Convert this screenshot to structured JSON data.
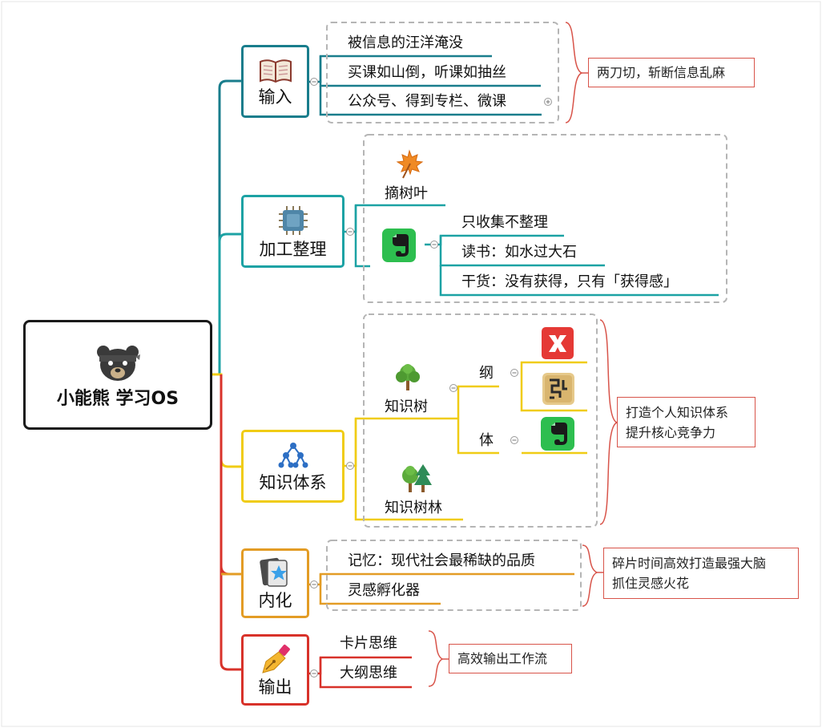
{
  "root": {
    "label": "小能熊 学习OS",
    "icon": "bear-ninja-icon"
  },
  "colors": {
    "input": "#197d8c",
    "process": "#1ca2a4",
    "knowledge": "#f0cc15",
    "internalize": "#e39c25",
    "output": "#d8322a",
    "summary_border": "#d8544a"
  },
  "branches": {
    "input": {
      "label": "输入",
      "icon": "book-icon",
      "items": [
        "被信息的汪洋淹没",
        "买课如山倒，听课如抽丝",
        "公众号、得到专栏、微课"
      ],
      "summary": "两刀切，斩断信息乱麻"
    },
    "process": {
      "label": "加工整理",
      "icon": "cpu-chip-icon",
      "leaf_label": "摘树叶",
      "leaf_icon": "maple-leaf-icon",
      "evernote_icon": "evernote-icon",
      "items": [
        "只收集不整理",
        "读书：如水过大石",
        "干货：没有获得，只有「获得感」"
      ]
    },
    "knowledge": {
      "label": "知识体系",
      "icon": "hierarchy-icon",
      "tree_label": "知识树",
      "tree_icon": "tree-icon",
      "forest_label": "知识树林",
      "forest_icon": "forest-icon",
      "gang_label": "纲",
      "ti_label": "体",
      "xmind_icon": "xmind-icon",
      "mindnode_icon": "mindnode-icon",
      "summary": [
        "打造个人知识体系",
        "提升核心竞争力"
      ]
    },
    "internalize": {
      "label": "内化",
      "icon": "anki-star-icon",
      "items": [
        "记忆：现代社会最稀缺的品质",
        "灵感孵化器"
      ],
      "summary": [
        "碎片时间高效打造最强大脑",
        "抓住灵感火花"
      ]
    },
    "output": {
      "label": "输出",
      "icon": "pen-nib-icon",
      "items": [
        "卡片思维",
        "大纲思维"
      ],
      "summary": "高效输出工作流"
    }
  }
}
